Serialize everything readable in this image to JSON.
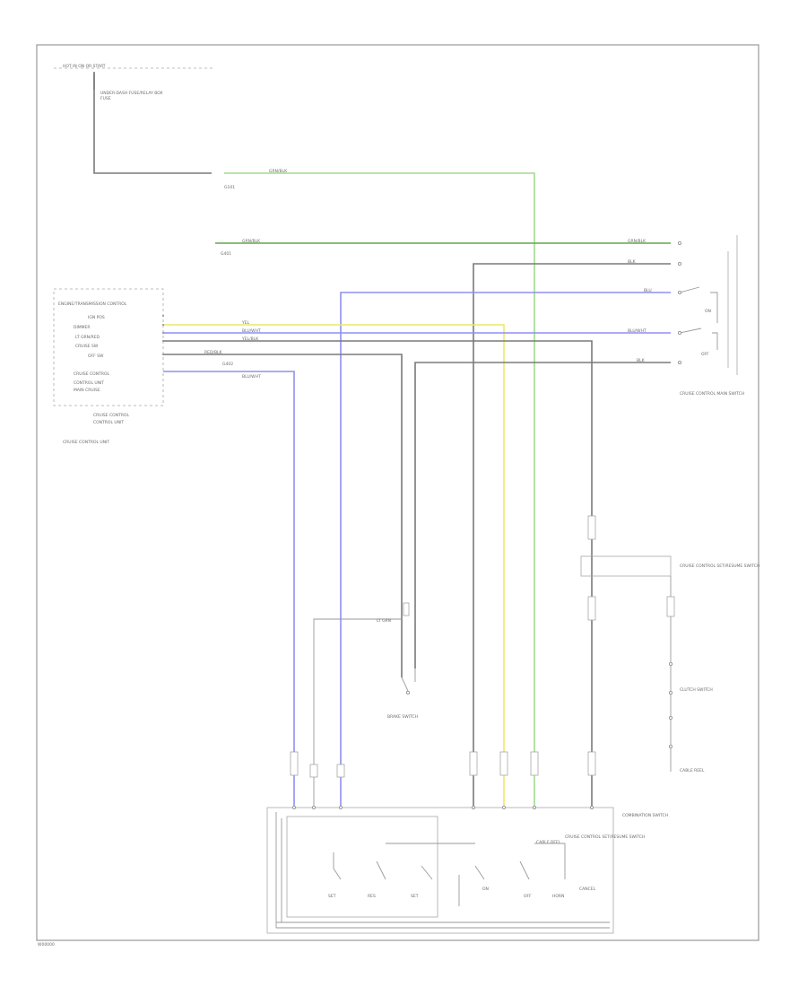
{
  "labels": {
    "hot_at_all_times": "HOT IN ON OR START",
    "fuse_box": "UNDER-DASH FUSE/RELAY BOX",
    "fuse": "FUSE",
    "splice1": "G101",
    "splice2": "G401",
    "splice3": "G402",
    "ecu_box": "ENGINE/TRANSMISSION CONTROL",
    "ecu_pins": [
      "IGN POS",
      "DIMMER",
      "LT GRN/RED",
      "CRUISE SW",
      "OFF SW"
    ],
    "ecu_desc1": "CRUISE CONTROL",
    "ecu_desc2": "CONTROL UNIT",
    "ecu_desc3": "MAIN CRUISE",
    "ecu_title": "CRUISE CONTROL UNIT",
    "main_switch": "CRUISE CONTROL MAIN SWITCH",
    "resume_label": "CRUISE CONTROL SET/RESUME SWITCH",
    "brake_switch": "BRAKE SWITCH",
    "clutch_switch": "CLUTCH SWITCH",
    "reel_label": "CABLE REEL",
    "horn_label": "HORN",
    "combo_switch": "COMBINATION SWITCH",
    "bottom_label": "CRUISE CONTROL SET/RESUME SWITCH",
    "switch_set": "SET",
    "switch_res": "RES",
    "switch_cancel": "CANCEL",
    "switch_on": "ON",
    "switch_off": "OFF",
    "footer_code": "W00000",
    "wire_colors": [
      "GRN/BLK",
      "GRN/BLK",
      "BLU/WHT",
      "YEL/BLK",
      "BLU/WHT",
      "LT GRN",
      "RED/BLK",
      "BLU/WHT",
      "BLK",
      "BLU",
      "YEL"
    ]
  },
  "colors": {
    "wire_black": "#7a7a7a",
    "wire_green": "#9fdc8c",
    "wire_blue": "#8f8ff0",
    "wire_yellow": "#e9e96a"
  }
}
